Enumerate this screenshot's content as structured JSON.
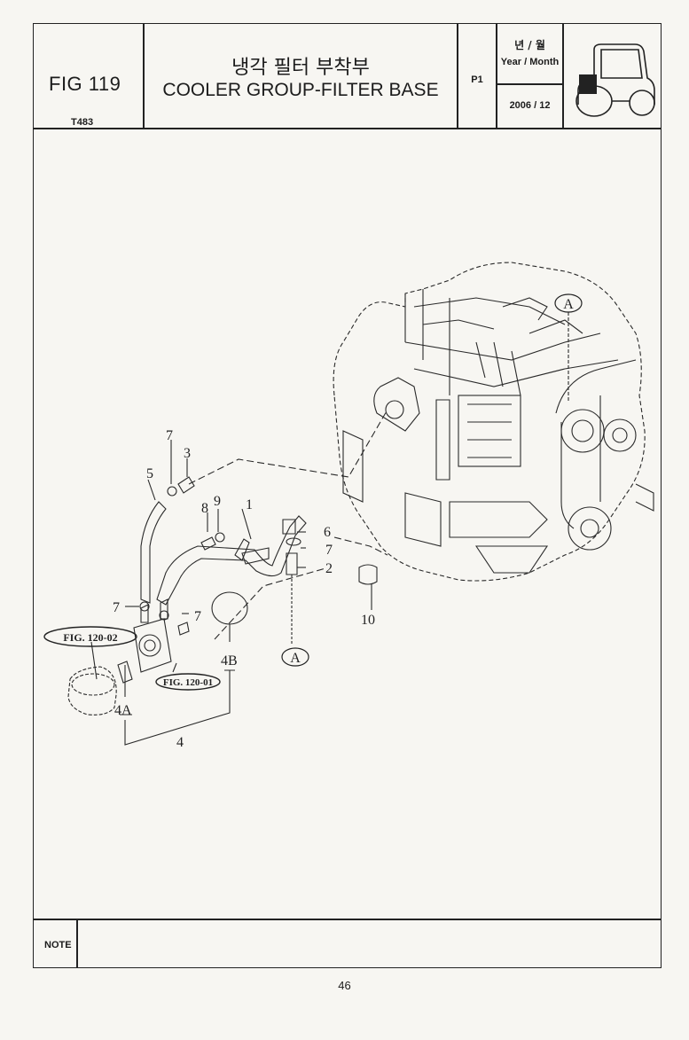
{
  "header": {
    "fig_label": "FIG 119",
    "fig_code": "T483",
    "title_korean": "냉각 필터 부착부",
    "title_english": "COOLER GROUP-FILTER BASE",
    "page_code": "P1",
    "year_month_korean": "년 / 월",
    "year_month_english": "Year / Month",
    "date": "2006 / 12"
  },
  "diagram": {
    "callout_top": "A",
    "callout_bottom": "A",
    "labels": {
      "p1": "1",
      "p2": "2",
      "p3": "3",
      "p4": "4",
      "p4a": "4A",
      "p4b": "4B",
      "p5": "5",
      "p6": "6",
      "p7a": "7",
      "p7b": "7",
      "p7c": "7",
      "p7d": "7",
      "p8": "8",
      "p9": "9",
      "p10": "10"
    },
    "fig_ref_filter": "FIG. 120-02",
    "fig_ref_base": "FIG. 120-01"
  },
  "footer": {
    "note_label": "NOTE",
    "page_number": "46"
  }
}
